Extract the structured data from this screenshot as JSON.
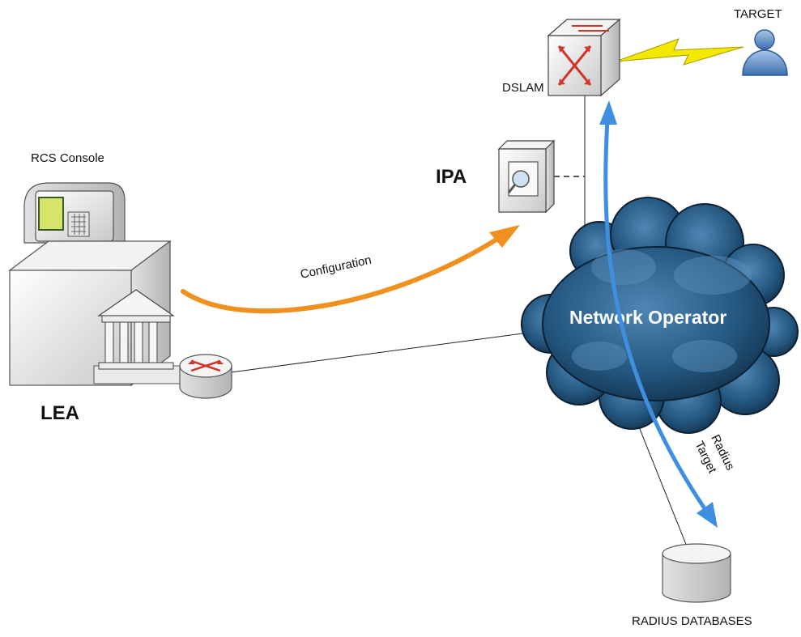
{
  "labels": {
    "target": "TARGET",
    "dslam": "DSLAM",
    "rcs_console": "RCS Console",
    "ipa": "IPA",
    "configuration": "Configuration",
    "network_operator": "Network Operator",
    "lea": "LEA",
    "radius": "Radius",
    "target_arrow": "Target",
    "radius_databases": "RADIUS DATABASES"
  },
  "colors": {
    "config_arrow": "#f0901e",
    "radius_arrow": "#3f8fe0",
    "cloud": "#1e4f78",
    "lightning": "#f2e800",
    "user": "#6f9fd6"
  },
  "icons": {
    "target_user": "user-icon",
    "dslam": "switch-icon",
    "ipa": "probe-icon",
    "rcs_console": "console-icon",
    "lea": "building-icon",
    "lea_router": "router-icon",
    "database": "database-icon"
  }
}
